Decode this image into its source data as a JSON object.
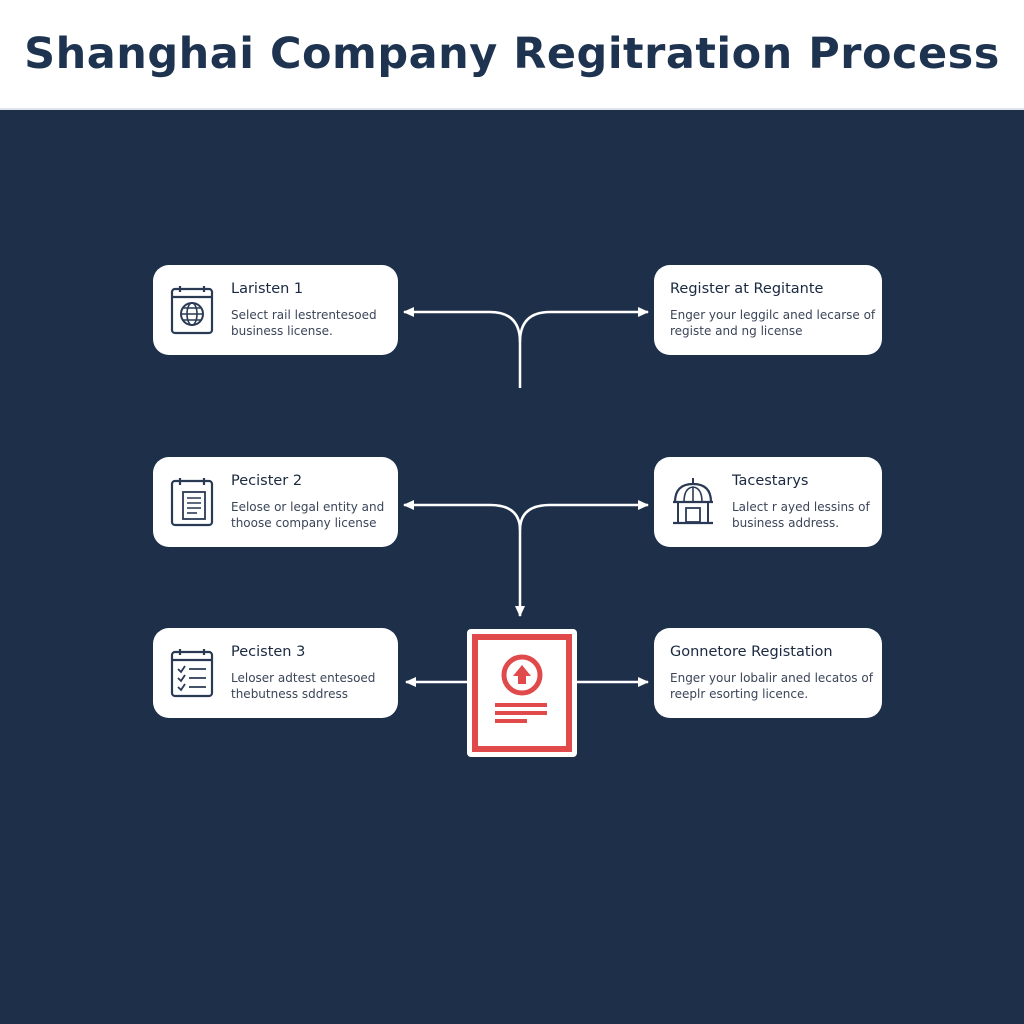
{
  "header": {
    "title": "Shanghai Company Regitration Process"
  },
  "steps": [
    {
      "title": "Laristen 1",
      "line1": "Select rail lestrentesoed",
      "line2": "business license.",
      "icon": "globe-document-icon"
    },
    {
      "title": "Register at Regitante",
      "line1": "Enger your leggilc aned lecarse of",
      "line2": "registe and ng license",
      "icon": ""
    },
    {
      "title": "Pecister 2",
      "line1": "Eelose or legal entity and",
      "line2": "thoose company license",
      "icon": "document-form-icon"
    },
    {
      "title": "Tacestarys",
      "line1": "Lalect r ayed lessins of",
      "line2": "business address.",
      "icon": "government-building-icon"
    },
    {
      "title": "Pecisten 3",
      "line1": "Leloser adtest entesoed",
      "line2": "thebutness sddress",
      "icon": "checklist-icon"
    },
    {
      "title": "Gonnetore Registation",
      "line1": "Enger your lobalir aned lecatos of",
      "line2": "reeplr esorting licence.",
      "icon": ""
    }
  ],
  "center_document": {
    "icon": "upload-document-icon"
  },
  "colors": {
    "background": "#1e2f4a",
    "header_text": "#1e3350",
    "card": "#ffffff",
    "icon": "#2a3a55",
    "accent": "#e04a4a",
    "connector": "#ffffff"
  }
}
